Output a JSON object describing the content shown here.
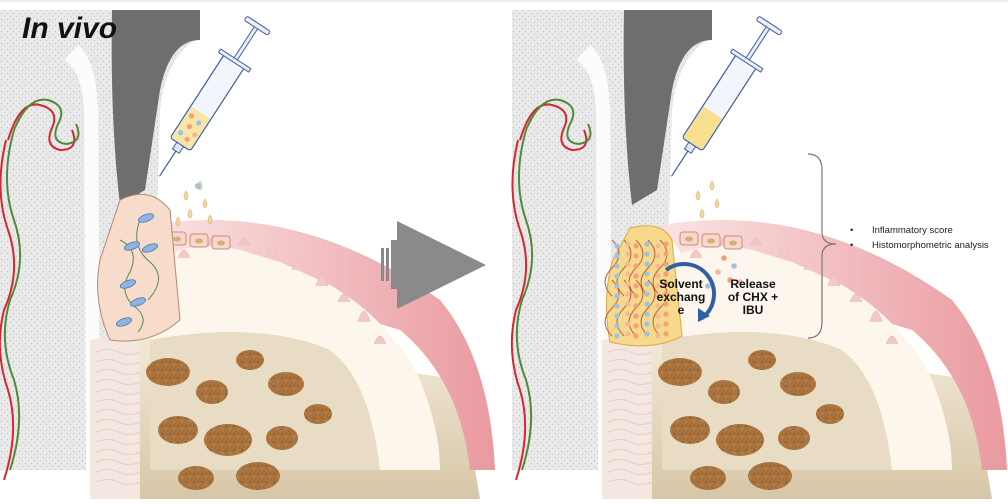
{
  "title": "In vivo",
  "process_labels": {
    "solvent_exchange": [
      "Solvent",
      "exchang",
      "e"
    ],
    "release": [
      "Release",
      "of CHX +",
      "IBU"
    ]
  },
  "outcomes": [
    "Inflammatory score",
    "Histomorphometric analysis"
  ],
  "colors": {
    "gingiva": "#f2c9c9",
    "gingiva_dark": "#e08a8e",
    "bone": "#d8c3a5",
    "bone_spot": "#a8733e",
    "tooth_gray": "#dedede",
    "enamel": "#6e6e6e",
    "vessel_red": "#d9262e",
    "vessel_green": "#4f8a3a",
    "implant_peach": "#f7dccb",
    "gel_yellow": "#f6d98a",
    "arrow_gray": "#8a8a8a",
    "swirl_blue": "#2f5fa7"
  },
  "icons": [
    "syringe-icon",
    "droplet-icon",
    "bacteria-icon",
    "swirl-arrow-icon",
    "play-arrow-icon",
    "bracket-icon"
  ]
}
